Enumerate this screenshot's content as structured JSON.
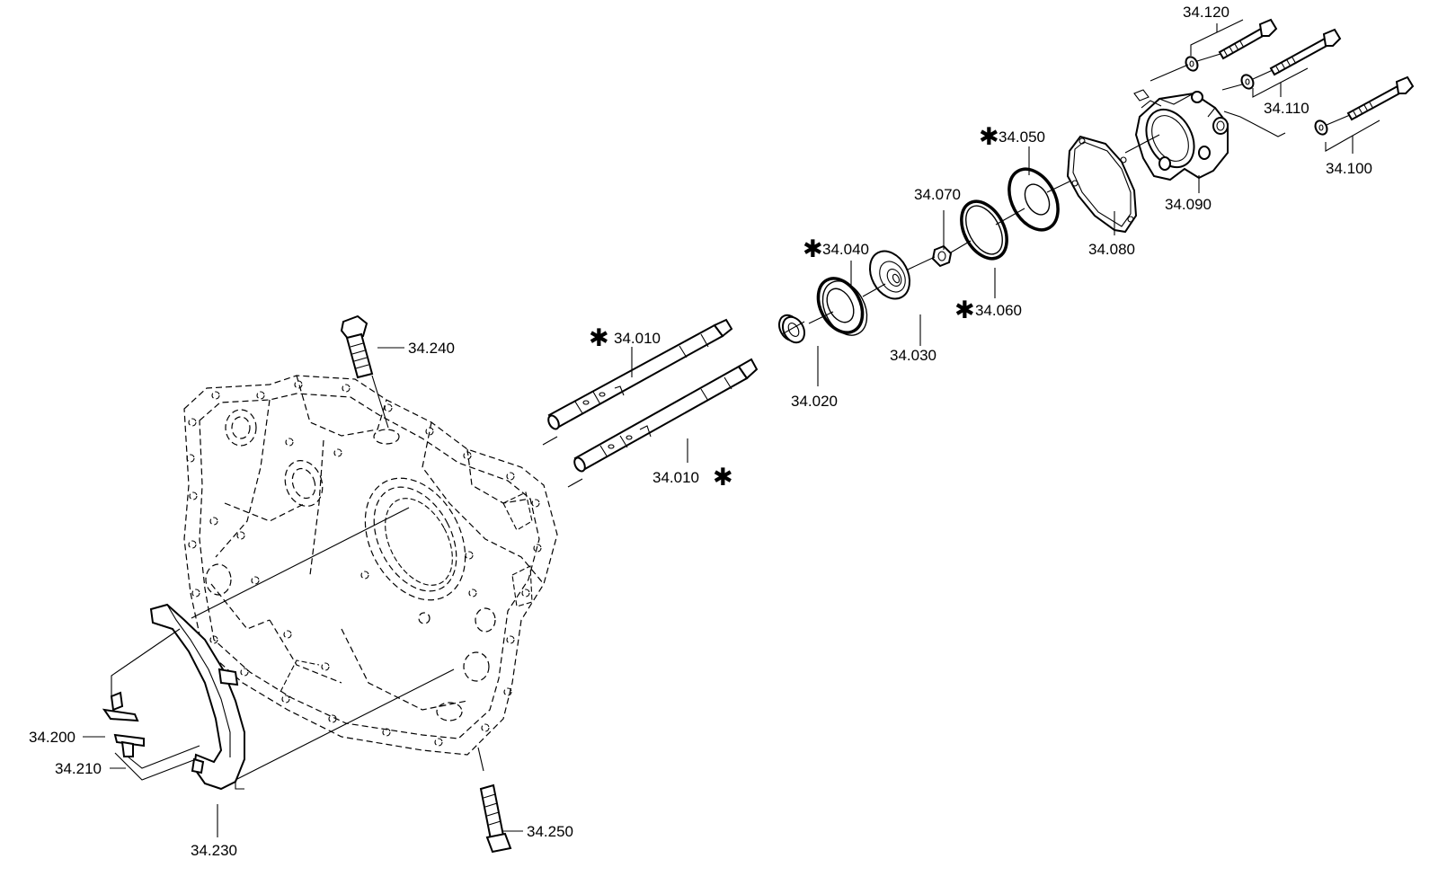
{
  "parts": {
    "p34010": "34.010",
    "p34020": "34.020",
    "p34030": "34.030",
    "p34040": "34.040",
    "p34050": "34.050",
    "p34060": "34.060",
    "p34070": "34.070",
    "p34080": "34.080",
    "p34090": "34.090",
    "p34100": "34.100",
    "p34110": "34.110",
    "p34120": "34.120",
    "p34200": "34.200",
    "p34210": "34.210",
    "p34230": "34.230",
    "p34240": "34.240",
    "p34250": "34.250"
  },
  "marks": {
    "asterisk": "✱"
  }
}
